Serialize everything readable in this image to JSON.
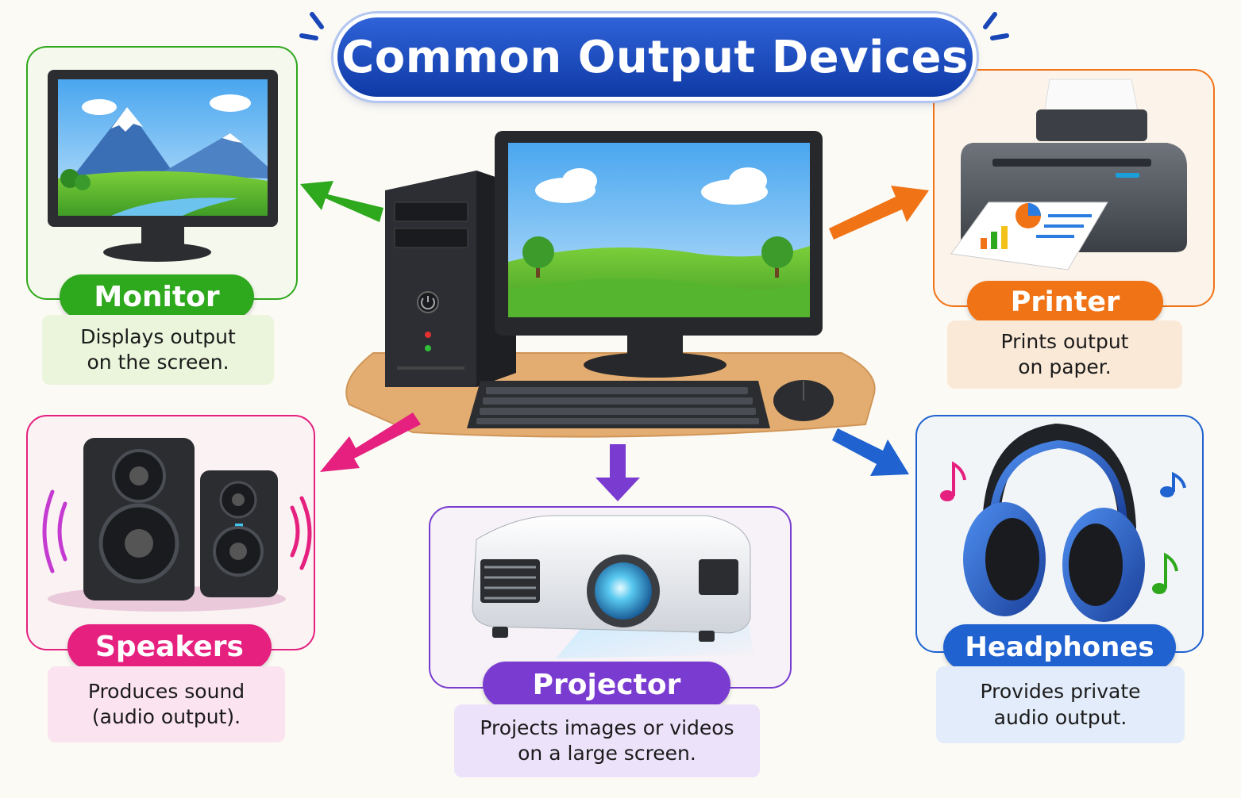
{
  "title": "Common Output Devices",
  "devices": {
    "monitor": {
      "name": "Monitor",
      "desc_line1": "Displays output",
      "desc_line2": "on the screen."
    },
    "printer": {
      "name": "Printer",
      "desc_line1": "Prints output",
      "desc_line2": "on paper."
    },
    "speakers": {
      "name": "Speakers",
      "desc_line1": "Produces sound",
      "desc_line2": "(audio output)."
    },
    "projector": {
      "name": "Projector",
      "desc_line1": "Projects images or videos",
      "desc_line2": "on a large screen."
    },
    "headphones": {
      "name": "Headphones",
      "desc_line1": "Provides private",
      "desc_line2": "audio output."
    }
  },
  "colors": {
    "title": "#1a47b8",
    "monitor": "#2ea81c",
    "printer": "#f07316",
    "speakers": "#e5207f",
    "projector": "#7a3bd0",
    "headphones": "#1f62d0"
  }
}
